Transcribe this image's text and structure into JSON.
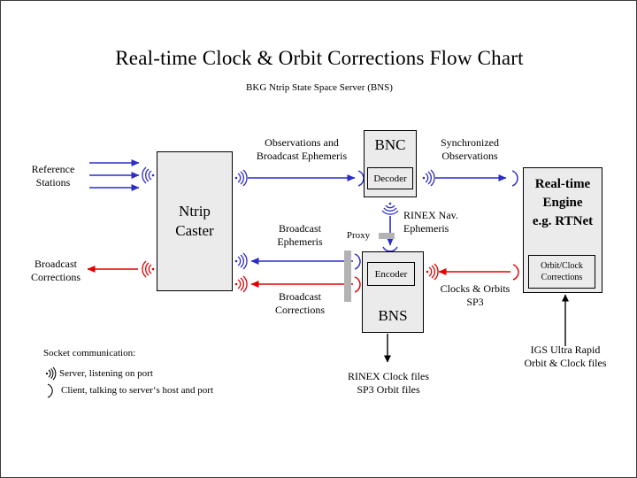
{
  "page": {
    "title": "Real-time Clock & Orbit Corrections Flow Chart",
    "subtitle": "BKG Ntrip State Space Server  (BNS)",
    "colors": {
      "blue": "#2b2bc8",
      "red": "#e00000",
      "black": "#000000",
      "box_fill": "#ebebeb",
      "proxy_bar": "#b3b3b3",
      "border": "#000000"
    }
  },
  "boxes": {
    "ntrip_caster": {
      "label": "Ntrip\nCaster"
    },
    "bnc": {
      "label": "BNC",
      "inner": "Decoder"
    },
    "bns": {
      "label": "BNS",
      "inner": "Encoder"
    },
    "rt_engine": {
      "label": "Real-time\nEngine\ne.g. RTNet",
      "inner": "Orbit/Clock\nCorrections"
    }
  },
  "labels": {
    "reference_stations": "Reference\nStations",
    "broadcast_corrections_left": "Broadcast\nCorrections",
    "observations_and_bce": "Observations and\nBroadcast Ephemeris",
    "synchronized_observations": "Synchronized\nObservations",
    "rinex_nav_ephemeris": "RINEX Nav.\nEphemeris",
    "proxy": "Proxy",
    "broadcast_ephemeris": "Broadcast\nEphemeris",
    "broadcast_corrections_mid": "Broadcast\nCorrections",
    "clocks_and_orbits": "Clocks & Orbits\nSP3",
    "rinex_clock_files": "RINEX Clock files\nSP3 Orbit files",
    "igs_ultra_rapid": "IGS Ultra Rapid\nOrbit & Clock files"
  },
  "legend": {
    "heading": "Socket communication:",
    "server": "Server, listening on port",
    "client": "Client, talking to server‘s host and port"
  }
}
